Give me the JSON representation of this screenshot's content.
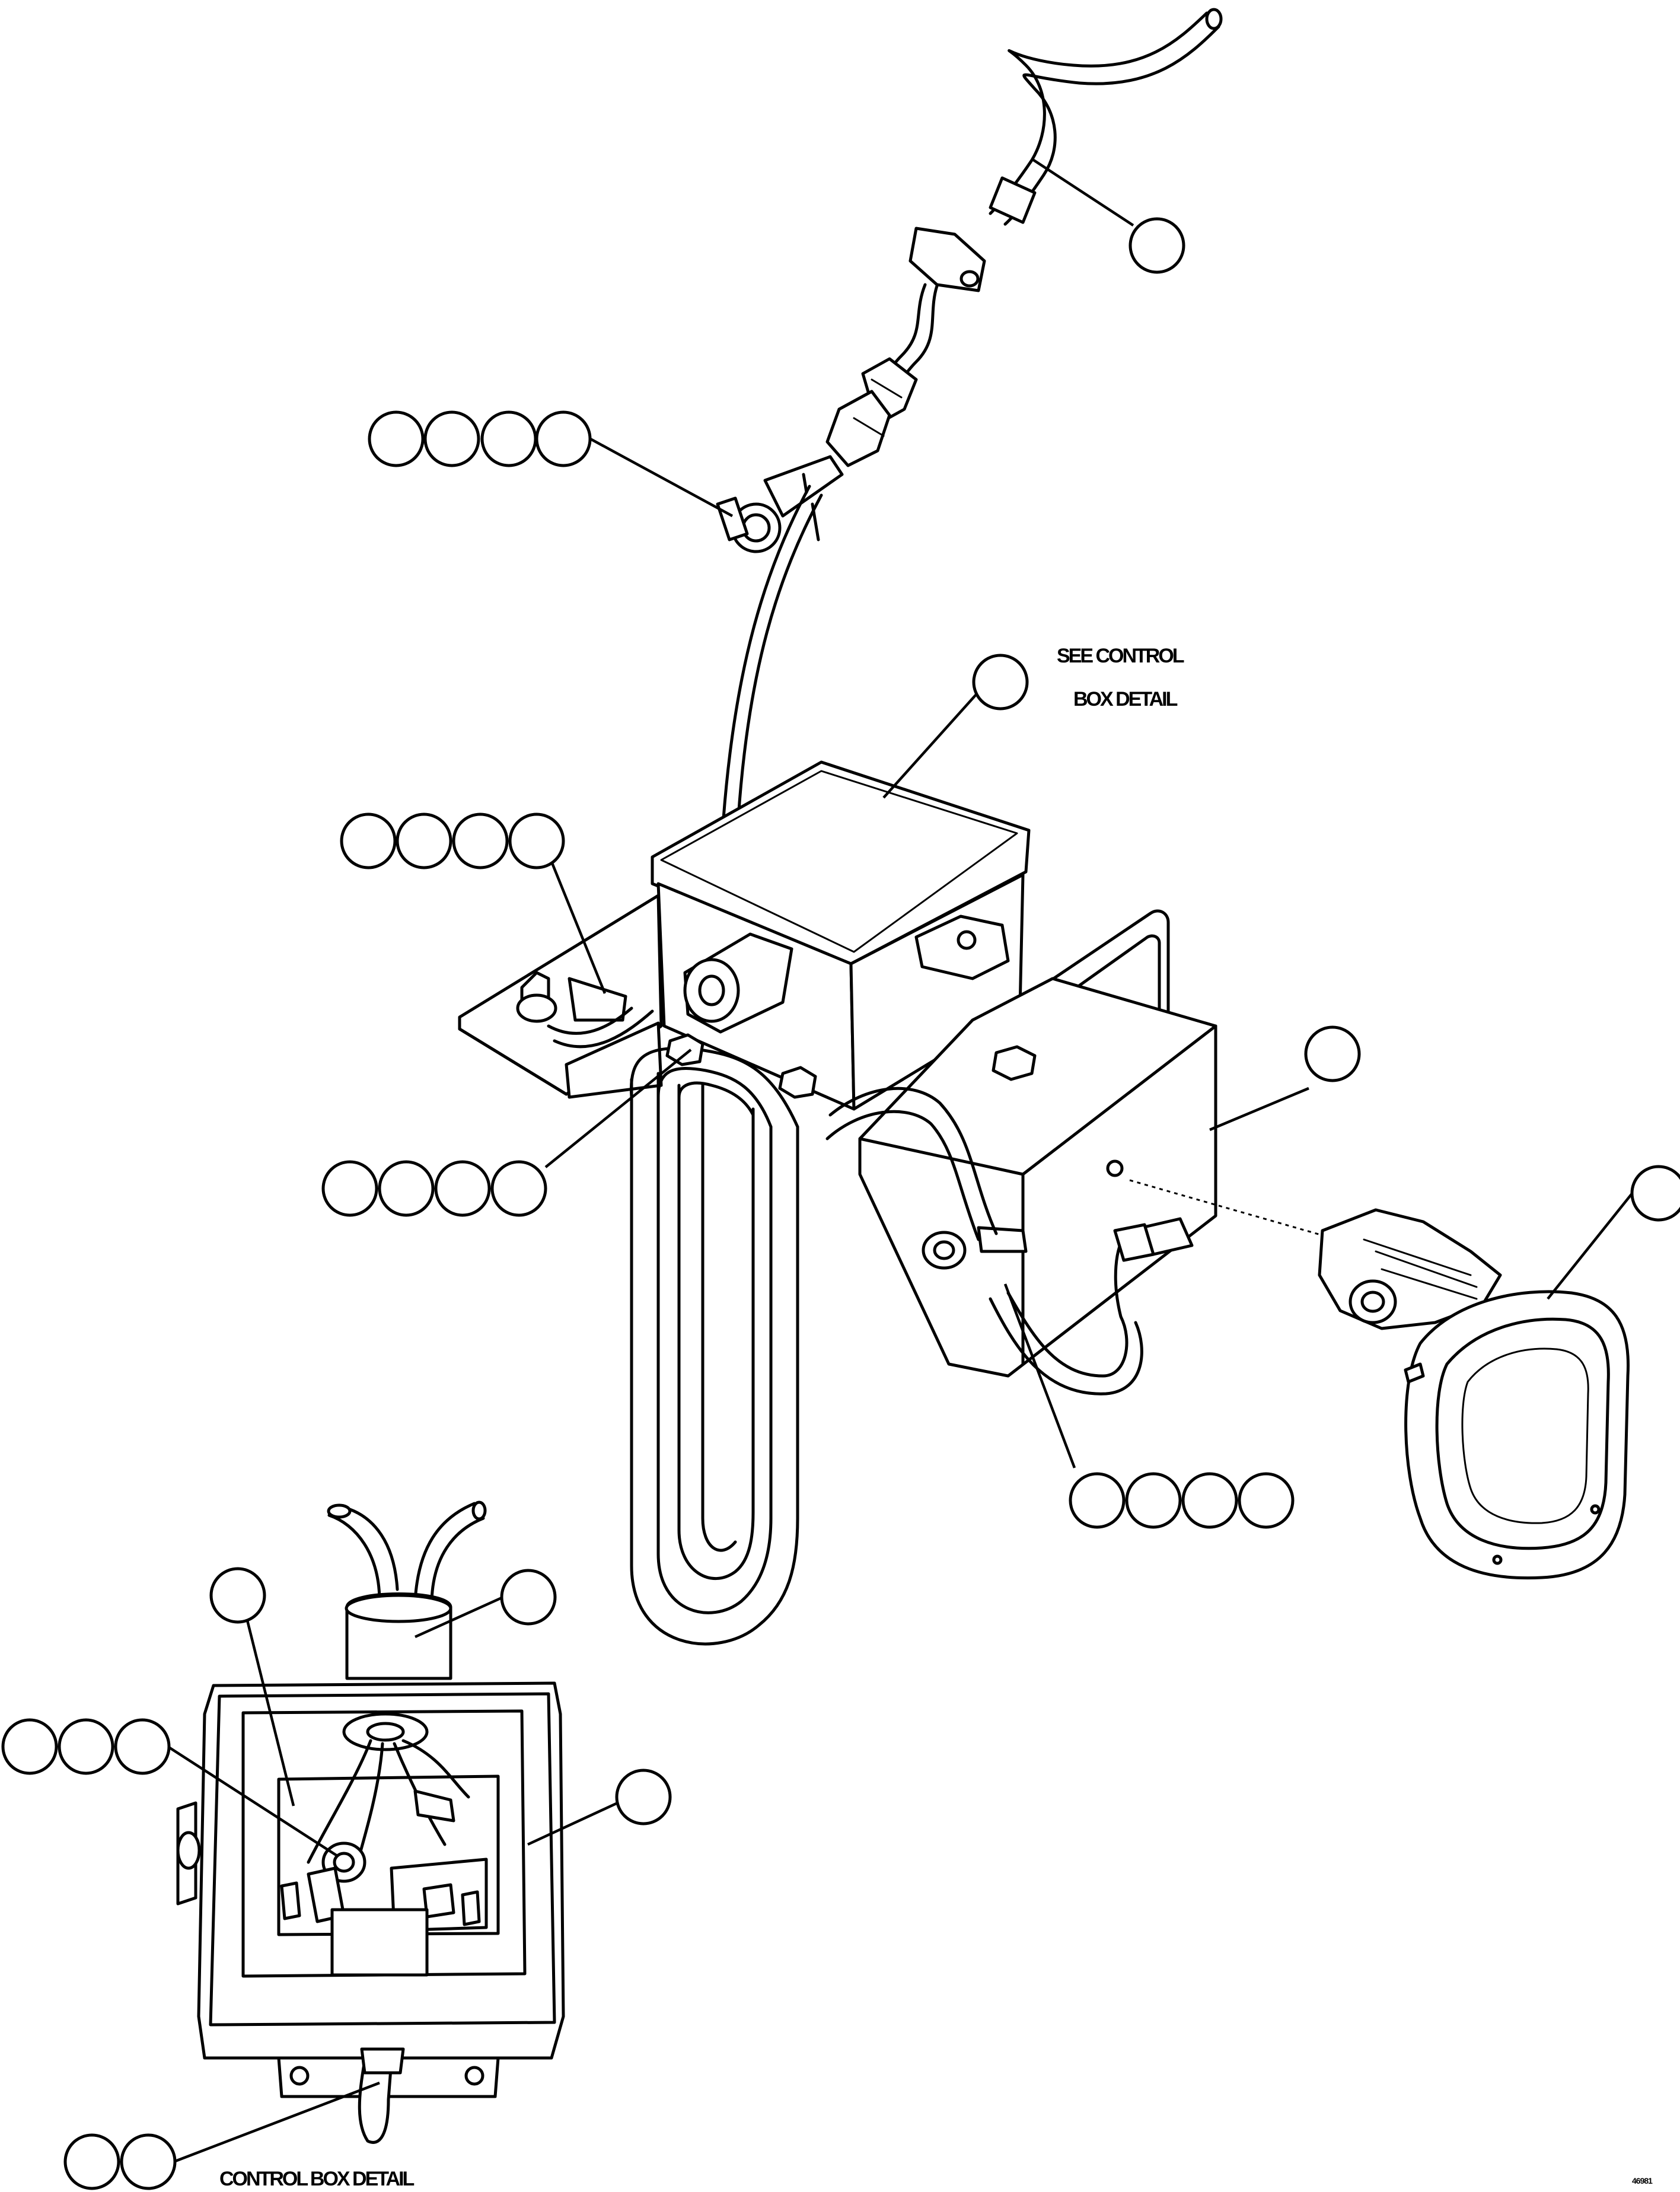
{
  "labels": {
    "see_control_line1": "SEE CONTROL",
    "see_control_line2": "BOX DETAIL",
    "control_box_detail": "CONTROL BOX DETAIL",
    "drawing_number": "46981"
  }
}
